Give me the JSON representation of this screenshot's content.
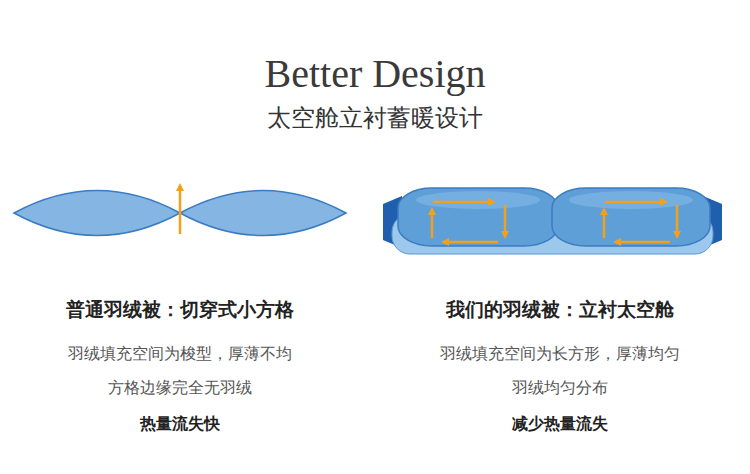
{
  "diagram": {
    "title": "Better Design",
    "labels": [
      "太空舱立衬蓄暖设计",
      "普通羽绒被：切穿式小方格",
      "羽绒填充空间为梭型，厚薄不均",
      "方格边缘完全无羽绒",
      "热量流失快",
      "我们的羽绒被：立衬太空舱",
      "羽绒填充空间为长方形，厚薄均匀",
      "羽绒均匀分布",
      "减少热量流失"
    ]
  }
}
